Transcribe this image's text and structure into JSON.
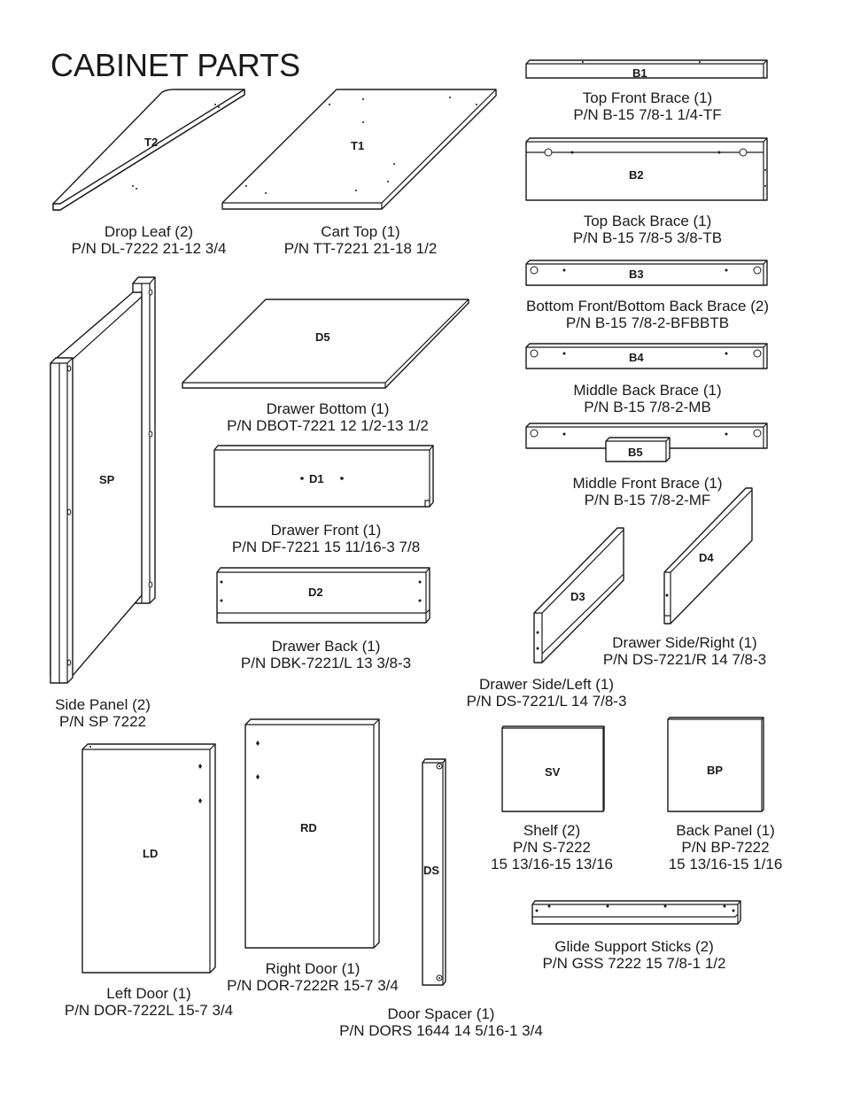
{
  "page_title": "CABINET PARTS",
  "parts": {
    "drop_leaf": {
      "code": "T2",
      "name": "Drop Leaf (2)",
      "pn": "P/N DL-7222 21-12 3/4"
    },
    "cart_top": {
      "code": "T1",
      "name": "Cart Top (1)",
      "pn": "P/N TT-7221 21-18 1/2"
    },
    "top_front_brace": {
      "code": "B1",
      "name": "Top Front Brace (1)",
      "pn": "P/N B-15 7/8-1 1/4-TF"
    },
    "top_back_brace": {
      "code": "B2",
      "name": "Top Back Brace (1)",
      "pn": "P/N B-15 7/8-5 3/8-TB"
    },
    "bottom_brace": {
      "code": "B3",
      "name": "Bottom Front/Bottom Back Brace (2)",
      "pn": "P/N B-15 7/8-2-BFBBTB"
    },
    "middle_back_brace": {
      "code": "B4",
      "name": "Middle Back Brace (1)",
      "pn": "P/N B-15 7/8-2-MB"
    },
    "middle_front_brace": {
      "code": "B5",
      "name": "Middle Front Brace (1)",
      "pn": "P/N B-15 7/8-2-MF"
    },
    "side_panel": {
      "code": "SP",
      "name": "Side Panel (2)",
      "pn": "P/N SP 7222"
    },
    "drawer_bottom": {
      "code": "D5",
      "name": "Drawer Bottom (1)",
      "pn": "P/N DBOT-7221 12 1/2-13 1/2"
    },
    "drawer_front": {
      "code": "D1",
      "name": "Drawer Front (1)",
      "pn": "P/N DF-7221 15 11/16-3 7/8"
    },
    "drawer_back": {
      "code": "D2",
      "name": "Drawer Back (1)",
      "pn": "P/N DBK-7221/L 13 3/8-3"
    },
    "drawer_side_left": {
      "code": "D3",
      "name": "Drawer Side/Left (1)",
      "pn": "P/N DS-7221/L 14 7/8-3"
    },
    "drawer_side_right": {
      "code": "D4",
      "name": "Drawer Side/Right (1)",
      "pn": "P/N DS-7221/R 14 7/8-3"
    },
    "shelf": {
      "code": "SV",
      "name": "Shelf (2)",
      "pn": "P/N S-7222",
      "size": "15 13/16-15 13/16"
    },
    "back_panel": {
      "code": "BP",
      "name": "Back Panel (1)",
      "pn": "P/N BP-7222",
      "size": "15 13/16-15 1/16"
    },
    "glide_support": {
      "name": "Glide Support Sticks (2)",
      "pn": "P/N GSS 7222 15 7/8-1 1/2"
    },
    "left_door": {
      "code": "LD",
      "name": "Left Door (1)",
      "pn": "P/N DOR-7222L 15-7 3/4"
    },
    "right_door": {
      "code": "RD",
      "name": "Right Door (1)",
      "pn": "P/N DOR-7222R 15-7 3/4"
    },
    "door_spacer": {
      "code": "DS",
      "name": "Door Spacer (1)",
      "pn": "P/N DORS 1644 14 5/16-1 3/4"
    }
  }
}
